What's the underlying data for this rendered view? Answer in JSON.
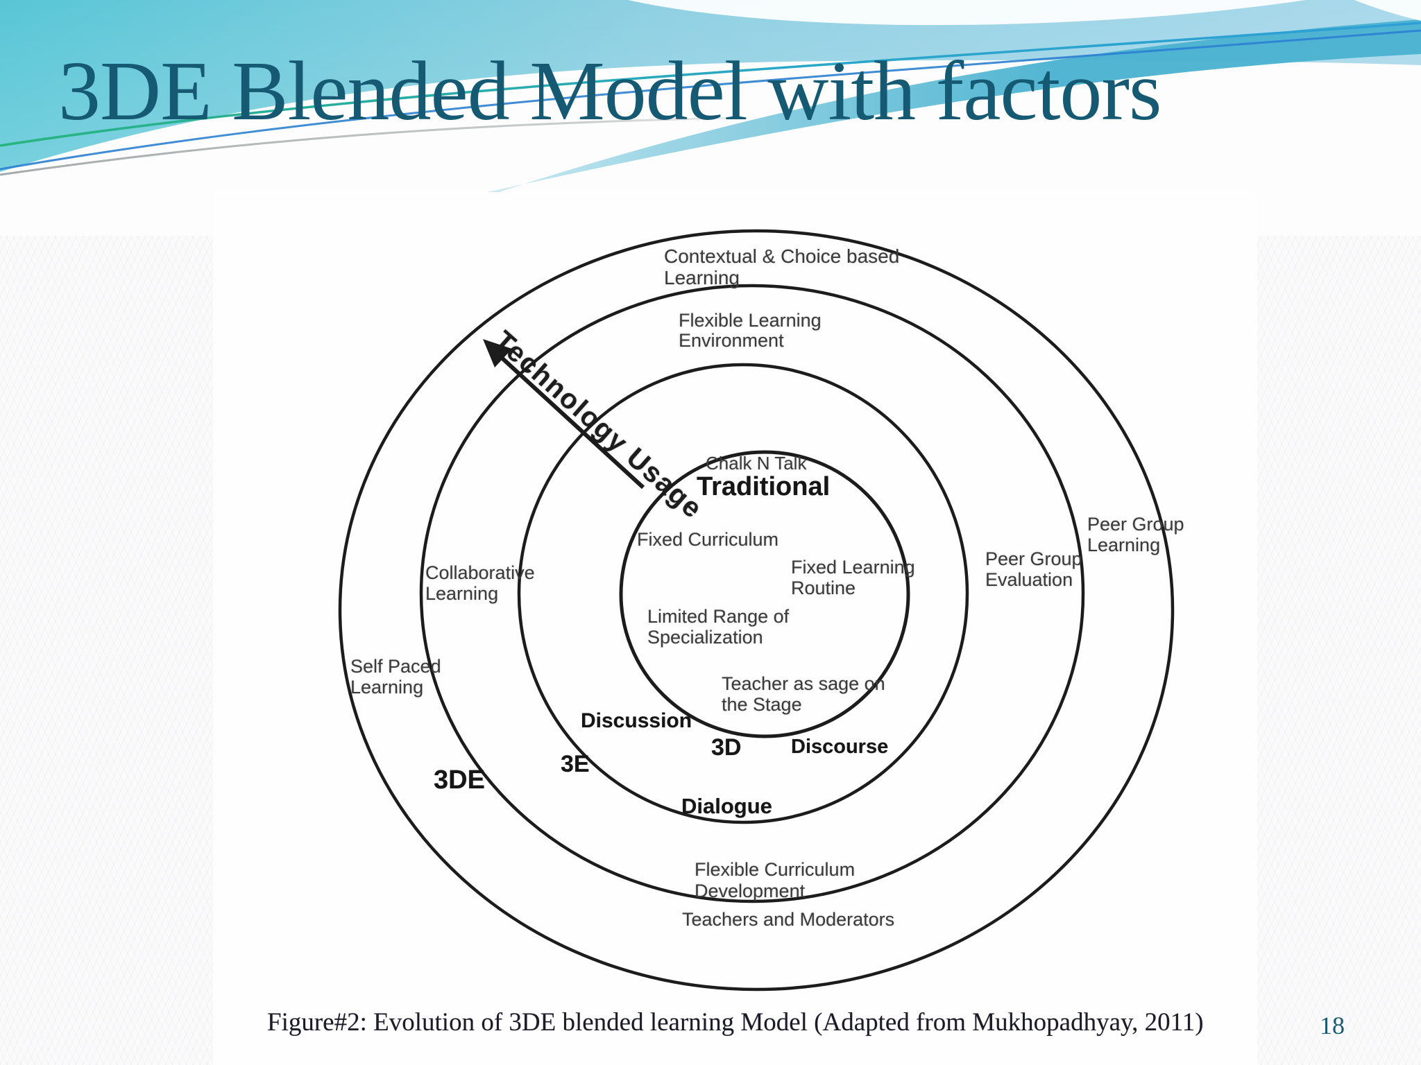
{
  "slide": {
    "title": "3DE Blended Model with factors",
    "page_number": "18"
  },
  "figure": {
    "caption": "Figure#2: Evolution of 3DE blended learning Model (Adapted from Mukhopadhyay, 2011)",
    "arrow_label": "Technology Usage",
    "center_circle": {
      "label": "Traditional",
      "factors": {
        "chalk_n_talk": "Chalk N Talk",
        "fixed_curriculum": "Fixed Curriculum",
        "fixed_learning_routine": [
          "Fixed Learning",
          "Routine"
        ],
        "limited_range_of_specialization": [
          "Limited Range of",
          "Specialization"
        ],
        "teacher_as_sage": [
          "Teacher as sage on",
          "the Stage"
        ]
      }
    },
    "ring_3d": {
      "label": "3D",
      "dimensions": {
        "discussion": "Discussion",
        "discourse": "Discourse",
        "dialogue": "Dialogue"
      }
    },
    "ring_3e": {
      "label": "3E",
      "factors": {
        "flexible_learning_environment": [
          "Flexible Learning",
          "Environment"
        ],
        "collaborative_learning": [
          "Collaborative",
          "Learning"
        ],
        "peer_group_evaluation": [
          "Peer Group",
          "Evaluation"
        ],
        "flexible_curriculum_development": [
          "Flexible Curriculum",
          "Development"
        ]
      }
    },
    "ring_3de": {
      "label": "3DE",
      "factors": {
        "contextual_choice_based_learning": [
          "Contextual & Choice based",
          "Learning"
        ],
        "self_paced_learning": [
          "Self Paced",
          "Learning"
        ],
        "peer_group_learning": [
          "Peer Group",
          "Learning"
        ],
        "teachers_and_moderators": "Teachers and Moderators"
      }
    }
  },
  "colors": {
    "title_text": "#155a72",
    "page_number_text": "#1a5a72",
    "diagram_ink": "#1c1c1c",
    "header_turquoise": "#5cc7d7",
    "header_light_blue": "#abd9ec",
    "wave_cyan_band": "#4fb6d2",
    "accent_green": "#27b47e",
    "accent_blue": "#2b7fd0",
    "accent_gray": "#9aa0a0"
  }
}
